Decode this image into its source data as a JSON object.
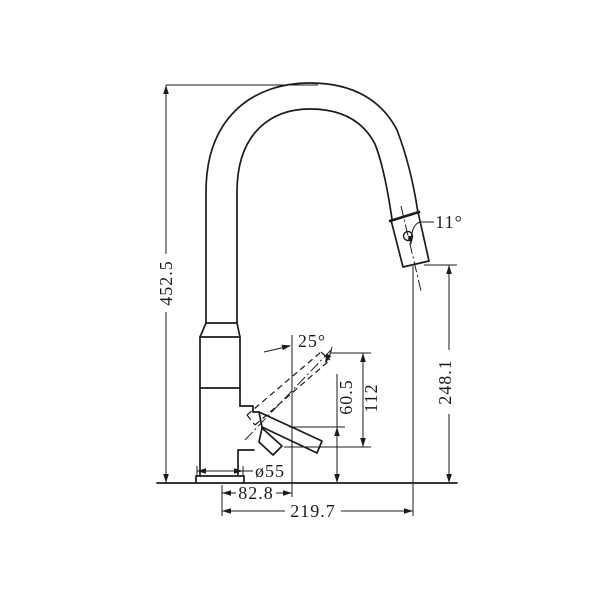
{
  "page": {
    "background": "#ffffff",
    "line_color": "#1b1b1b"
  },
  "drawing": {
    "subject": "Pull-out kitchen sink mixer tap - side elevation technical drawing",
    "units": "mm",
    "dimensions": {
      "overall_height": "452.5",
      "outlet_height": "248.1",
      "handle_open_travel": "112",
      "handle_pivot_height": "60.5",
      "handle_open_angle": "25°",
      "spray_head_angle": "11°",
      "base_diameter": "ø55",
      "handle_offset": "82.8",
      "spout_reach": "219.7"
    }
  }
}
